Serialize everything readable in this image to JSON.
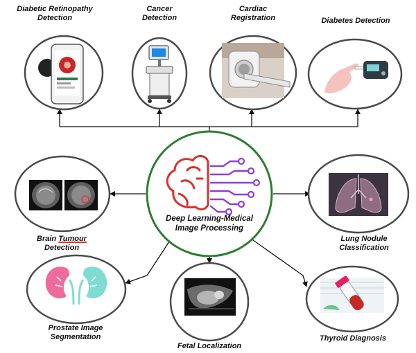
{
  "center": {
    "line1": "Deep Learning-Medical",
    "line2": "Image Processing"
  },
  "nodes": {
    "diabetic_retinopathy": {
      "line1": "Diabetic Retinopathy",
      "line2": "Detection"
    },
    "cancer": {
      "line1": "Cancer",
      "line2": "Detection"
    },
    "cardiac": {
      "line1": "Cardiac",
      "line2": "Registration"
    },
    "diabetes": {
      "line1": "Diabetes Detection"
    },
    "brain_tumour": {
      "line1a": "Brain ",
      "line1b": "Tumour",
      "line2": "Detection"
    },
    "lung_nodule": {
      "line1": "Lung Nodule",
      "line2": "Classification"
    },
    "prostate": {
      "line1": "Prostate Image",
      "line2": "Segmentation"
    },
    "fetal": {
      "line1": "Fetal Localization"
    },
    "thyroid": {
      "line1": "Thyroid Diagnosis"
    }
  },
  "icons": {
    "center": "brain-circuit-icon",
    "diabetic_retinopathy": "smartphone-retina-scanner-icon",
    "cancer": "ultrasound-machine-icon",
    "cardiac": "ct-scanner-icon",
    "diabetes": "glucose-meter-icon",
    "brain_tumour": "brain-mri-scans-icon",
    "lung_nodule": "lungs-xray-icon",
    "prostate": "kidneys-icon",
    "fetal": "fetal-ultrasound-icon",
    "thyroid": "blood-test-tube-icon"
  },
  "colors": {
    "ring": "#4a4a4a",
    "center_ring": "#2e7d32",
    "brain_red": "#d8322b",
    "circuit_purple": "#8e3fd6",
    "arrow": "#111111"
  }
}
